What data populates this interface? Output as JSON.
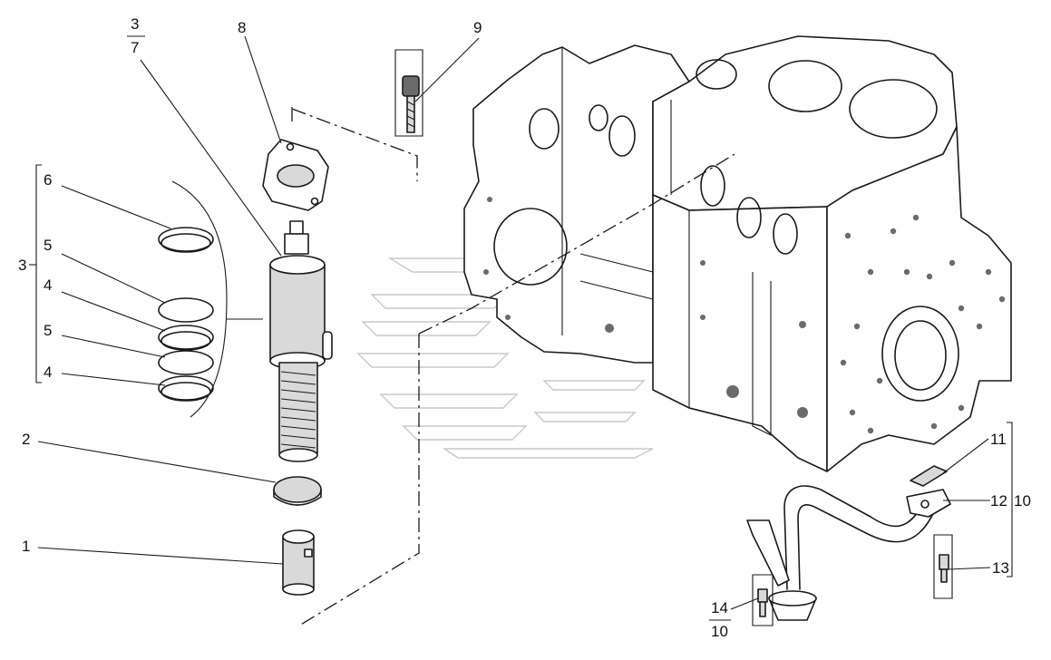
{
  "callouts": {
    "c3_top": "3",
    "c7_bottom": "7",
    "c8": "8",
    "c9": "9",
    "c6": "6",
    "c5a": "5",
    "c4a": "4",
    "c5b": "5",
    "c4b": "4",
    "c3_group": "3",
    "c2": "2",
    "c1": "1",
    "c11": "11",
    "c12": "12",
    "c10_group": "10",
    "c13": "13",
    "c14_top": "14",
    "c10_bottom": "10"
  }
}
